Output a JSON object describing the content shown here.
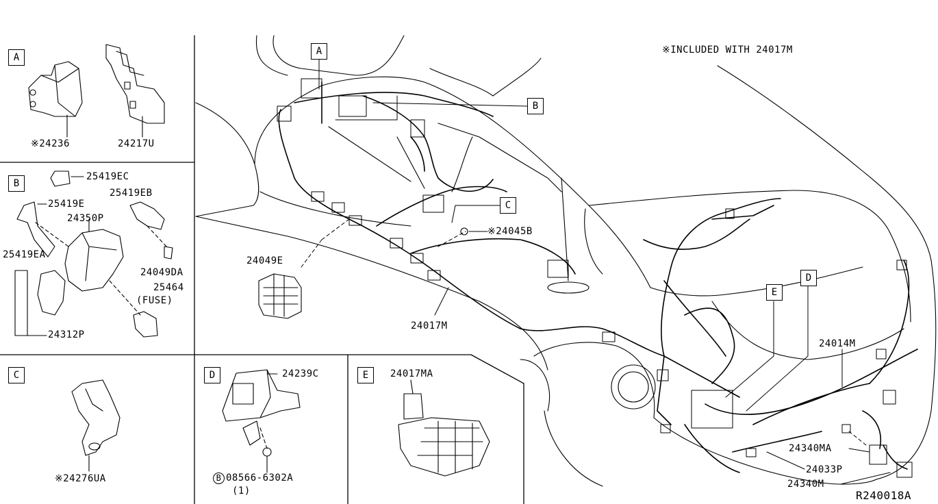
{
  "note": "※INCLUDED WITH 24017M",
  "diagram_id": "R240018A",
  "panel_tags": {
    "a": "A",
    "b": "B",
    "c": "C",
    "d": "D",
    "e": "E"
  },
  "callout_tags": {
    "a": "A",
    "b": "B",
    "c": "C",
    "d": "D",
    "e": "E"
  },
  "parts": {
    "p24236": "※24236",
    "p24217U": "24217U",
    "p25419EC": "25419EC",
    "p25419EB": "25419EB",
    "p25419E": "25419E",
    "p24350P": "24350P",
    "p25419EA": "25419EA",
    "p24049DA": "24049DA",
    "p25464": "25464",
    "p25464_fuse": "(FUSE)",
    "p24312P": "24312P",
    "p24276UA": "※24276UA",
    "p24239C": "24239C",
    "p08566_symbol": "B",
    "p08566": "08566-6302A",
    "p08566_qty": "(1)",
    "p24017MA": "24017MA",
    "p24049E": "24049E",
    "p24045B": "※24045B",
    "p24017M": "24017M",
    "p24014M": "24014M",
    "p24340MA": "24340MA",
    "p24033P": "24033P",
    "p24340M": "24340M"
  }
}
